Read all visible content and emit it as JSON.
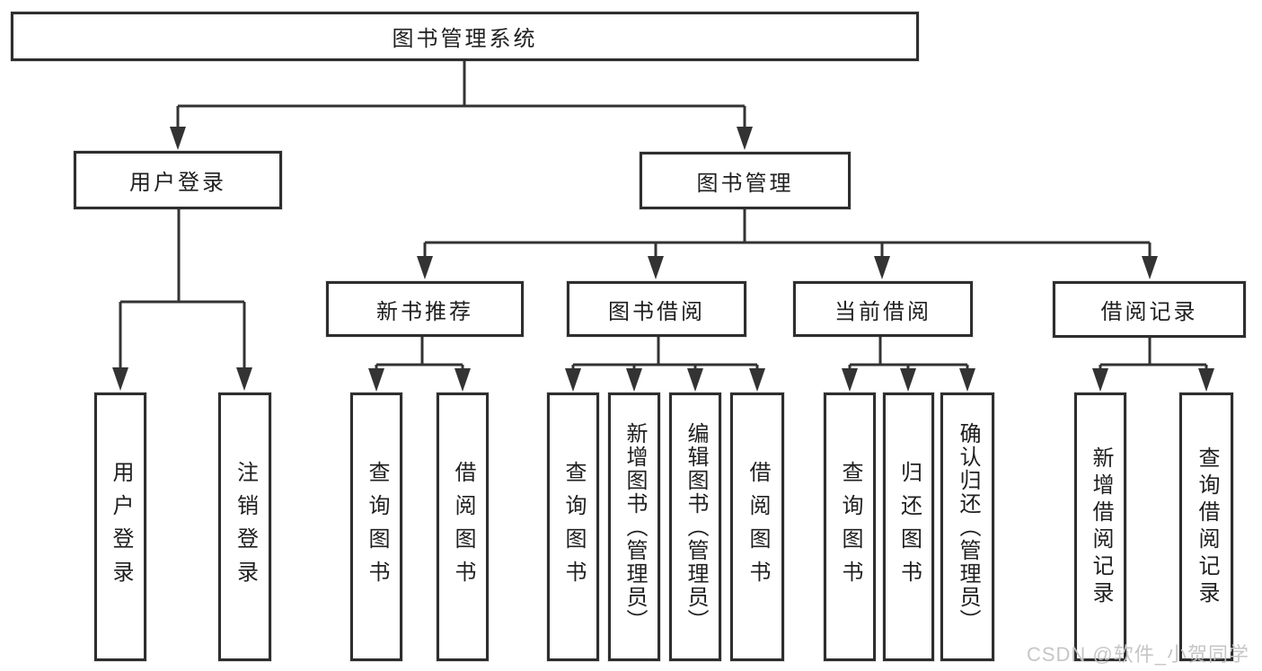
{
  "diagram": {
    "title": "图书管理系统",
    "colors": {
      "line": "#333333",
      "box_border": "#2e2e2e",
      "text": "#1f1f1f",
      "watermark": "#c4c4c4",
      "background": "#ffffff"
    },
    "nodes": {
      "root": {
        "label": "图书管理系统"
      },
      "user_login_branch": {
        "label": "用户登录"
      },
      "book_mgmt_branch": {
        "label": "图书管理"
      },
      "new_book_rec": {
        "label": "新书推荐"
      },
      "book_borrow": {
        "label": "图书借阅"
      },
      "current_borrow": {
        "label": "当前借阅"
      },
      "borrow_records": {
        "label": "借阅记录"
      },
      "leaves": [
        {
          "label": "用户登录"
        },
        {
          "label": "注销登录"
        },
        {
          "label": "查询图书"
        },
        {
          "label": "借阅图书"
        },
        {
          "label": "查询图书"
        },
        {
          "label": "新增图书（管理员）"
        },
        {
          "label": "编辑图书（管理员）"
        },
        {
          "label": "借阅图书"
        },
        {
          "label": "查询图书"
        },
        {
          "label": "归还图书"
        },
        {
          "label": "确认归还（管理员）"
        },
        {
          "label": "新增借阅记录"
        },
        {
          "label": "查询借阅记录"
        }
      ]
    },
    "watermark": "CSDN @软件_小贺同学"
  }
}
